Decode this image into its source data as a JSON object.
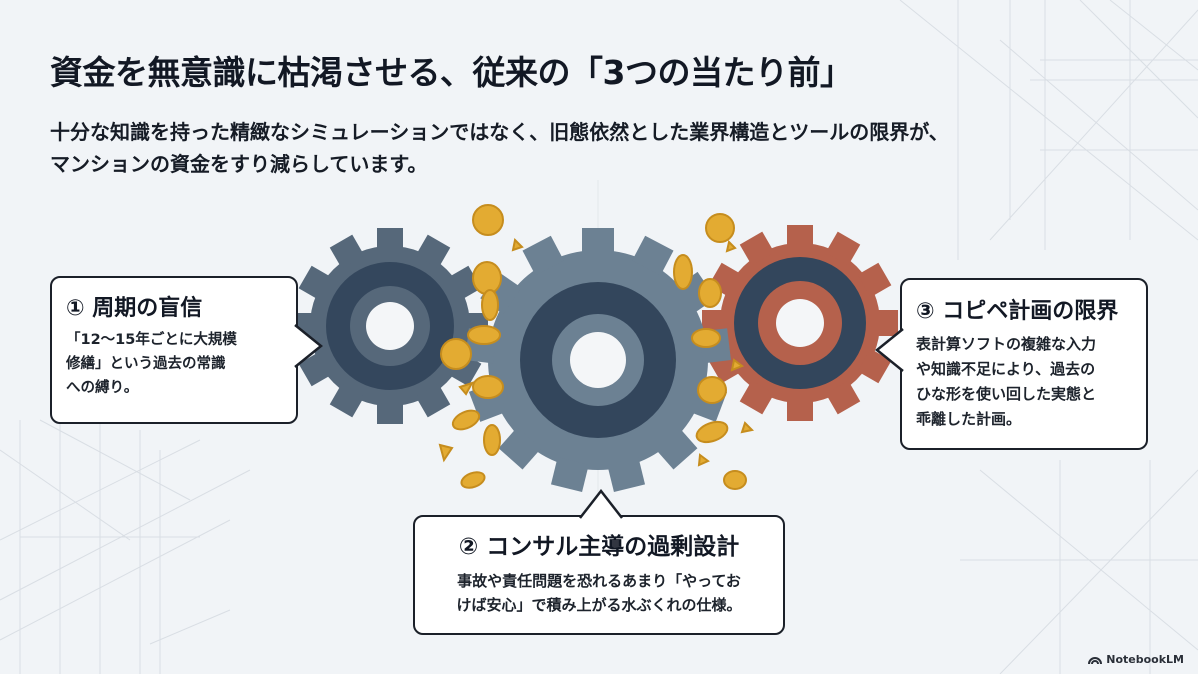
{
  "slide": {
    "title": "資金を無意識に枯渇させる、従来の「3つの当たり前」",
    "subtitle_lines": [
      "十分な知識を持った精緻なシミュレーションではなく、旧態依然とした業界構造とツールの限界が、",
      "マンションの資金をすり減らしています。"
    ]
  },
  "callouts": [
    {
      "number": "①",
      "heading": "① 周期の盲信",
      "body_lines": [
        "「12〜15年ごとに大規模",
        "修繕」という過去の常識",
        "への縛り。"
      ],
      "points_to": "left-gear"
    },
    {
      "number": "②",
      "heading": "② コンサル主導の過剰設計",
      "body_lines": [
        "事故や責任問題を恐れるあまり「やってお",
        "けば安心」で積み上がる水ぶくれの仕様。"
      ],
      "points_to": "center-gear"
    },
    {
      "number": "③",
      "heading": "③ コピペ計画の限界",
      "body_lines": [
        "表計算ソフトの複雑な入力",
        "や知識不足により、過去の",
        "ひな形を使い回した実態と",
        "乖離した計画。"
      ],
      "points_to": "right-gear"
    }
  ],
  "illustration": {
    "gears": [
      {
        "name": "left-gear",
        "outer": "#56687a",
        "ring": "#34475d",
        "hub": "#56687a"
      },
      {
        "name": "center-gear",
        "outer": "#6c8193",
        "ring": "#33465c",
        "hub": "#6c8193"
      },
      {
        "name": "right-gear",
        "outer": "#b5614c",
        "ring": "#33465c",
        "hub": "#b5614c"
      }
    ],
    "coin_color": "#e3ab32",
    "coin_edge": "#c68d1e"
  },
  "branding": {
    "label": "NotebookLM",
    "icon": "notebooklm-logo-icon"
  }
}
